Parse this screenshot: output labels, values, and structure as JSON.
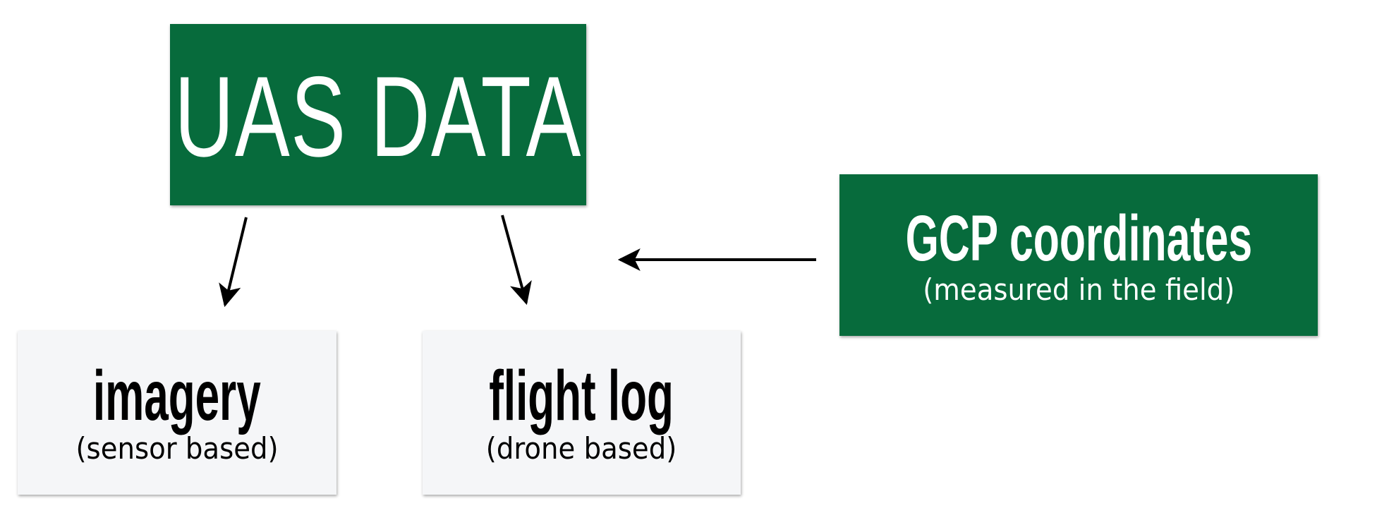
{
  "diagram": {
    "nodes": {
      "uas_data": {
        "title": "UAS DATA"
      },
      "gcp": {
        "title": "GCP coordinates",
        "subtitle": "(measured in the field)"
      },
      "imagery": {
        "title": "imagery",
        "subtitle": "(sensor based)"
      },
      "flight_log": {
        "title": "flight log",
        "subtitle": "(drone based)"
      }
    },
    "edges": [
      {
        "from": "UAS DATA",
        "to": "imagery"
      },
      {
        "from": "UAS DATA",
        "to": "flight log"
      },
      {
        "from": "GCP coordinates",
        "to": "UAS DATA / outputs"
      }
    ],
    "colors": {
      "primary_green": "#076b3c",
      "light_box": "#f5f6f8",
      "arrow": "#000000"
    }
  }
}
